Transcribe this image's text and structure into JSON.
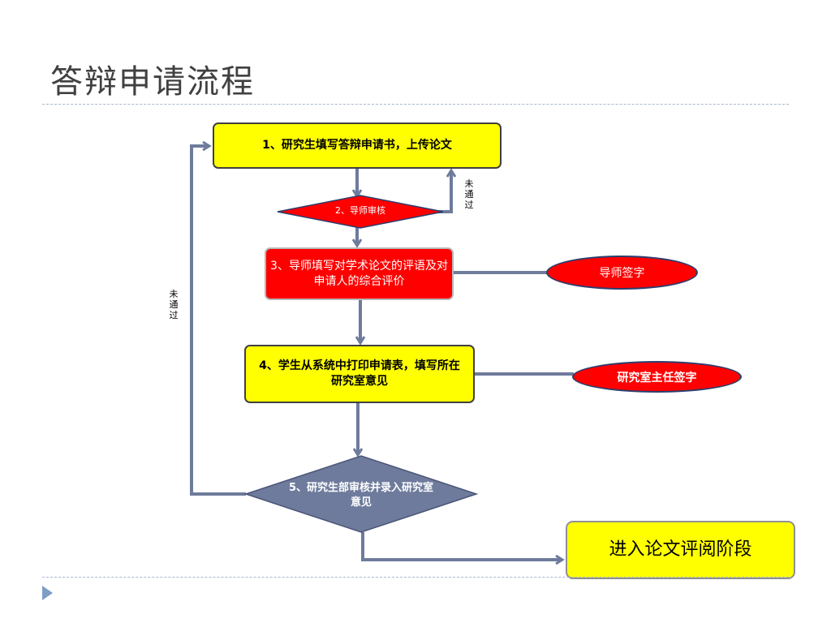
{
  "slide": {
    "title": "答辩申请流程"
  },
  "nodes": {
    "step1": "1、研究生填写答辩申请书，上传论文",
    "step2": "2、导师审核",
    "step3": "3、导师填写对学术论文的评语及对申请人的综合评价",
    "step4": "4、学生从系统中打印申请表，填写所在研究室意见",
    "step5": "5、研究生部审核并录入研究室意见",
    "final": "进入论文评阅阶段"
  },
  "signatures": {
    "advisor": "导师签字",
    "lab_head": "研究室主任签字"
  },
  "loop_labels": {
    "advisor_reject": "未通过",
    "office_reject": "未通过"
  },
  "colors": {
    "yellow": "#ffff00",
    "red": "#ff0000",
    "diamond_grey": "#6e7b9c",
    "connector": "#6e7b9c"
  }
}
